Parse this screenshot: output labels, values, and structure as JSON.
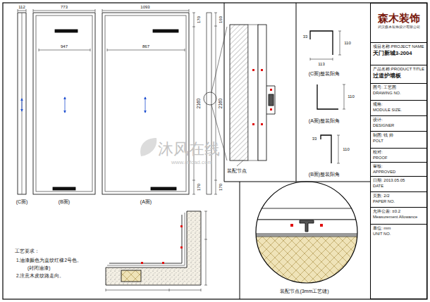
{
  "diagram": {
    "nodes": [
      {
        "text": [
          "森木装饰",
          "武汉森木装饰设计有限公司"
        ]
      },
      {
        "text": [
          "项目名称:PROJECT NAME",
          "天门新城3-2004"
        ],
        "in": 0
      },
      {
        "text": [
          "产品名称:PRODUCT TITLE",
          "过道护墙板"
        ],
        "in": 0
      },
      {
        "text": [
          "图号: 工艺图",
          "DRAWING NO."
        ],
        "in": 0
      },
      {
        "text": [
          "规格:",
          "MODULE SIZE."
        ],
        "in": 0
      },
      {
        "text": [
          "设计:",
          "DESIGNER"
        ],
        "in": 0
      },
      {
        "text": [
          "制图: 钱 帅",
          "POLT"
        ],
        "in": 0
      },
      {
        "text": [
          "校对:",
          "PROOF"
        ],
        "in": 0
      },
      {
        "text": [
          "审核:",
          "APPROVED"
        ],
        "in": 0
      },
      {
        "text": [
          "日期: 2013.05.05",
          "DATE"
        ],
        "in": 0
      },
      {
        "text": [
          "页数: 2/2",
          "PAPER NO."
        ],
        "in": 0
      },
      {
        "text": [
          "允许公差: ±0.2",
          "Measurement Allowance"
        ],
        "in": 0
      },
      {
        "text": [
          "单位: mm",
          "UNIT NO."
        ],
        "in": 0
      }
    ],
    "labels": [
      "112",
      "773",
      "1093",
      "947",
      "867",
      "170",
      "2160",
      "170",
      "160",
      "2160",
      "170",
      "(C面)",
      "(B面)",
      "(A面)",
      "装配节点",
      "33",
      "110",
      "113",
      "(C面)整装阳角",
      "110",
      "(A面)整装阳角",
      "33",
      "110",
      "(B面)整装阳角",
      "装配节点(3mm工艺缝)",
      "工艺要求：",
      "1.油漆颜色为直纹红橡2号色。",
      "(封闭油漆)",
      "2.注意木皮纹路走向。",
      "沐风在线",
      "www.mfcad.com"
    ]
  }
}
